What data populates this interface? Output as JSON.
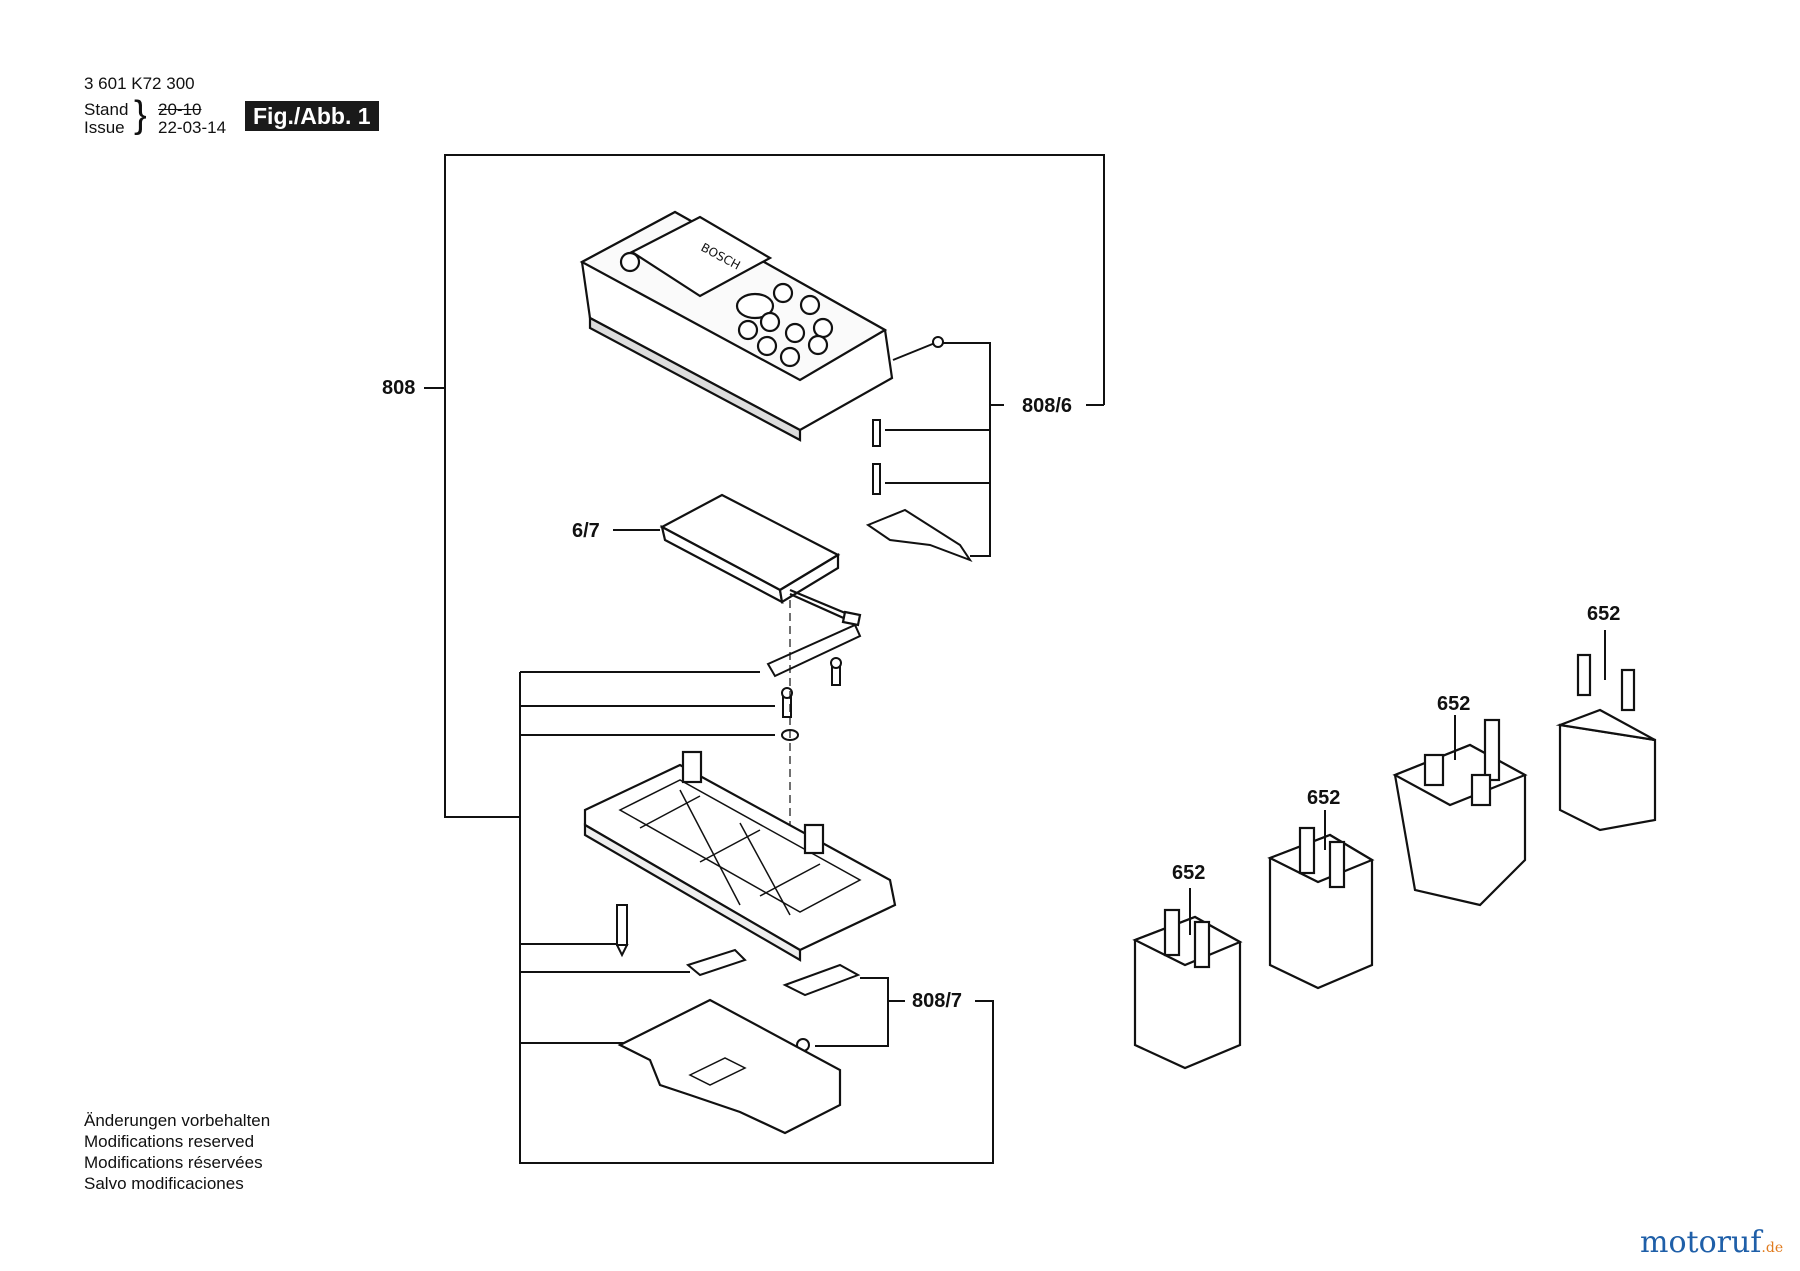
{
  "header": {
    "part_number": "3 601 K72 300",
    "stand_label": "Stand",
    "issue_label": "Issue",
    "date_old": "20-10",
    "date_new": "22-03-14",
    "figure": "Fig./Abb. 1"
  },
  "callouts": {
    "c808": "808",
    "c808_6": "808/6",
    "c6_7": "6/7",
    "c808_7": "808/7",
    "c652": "652"
  },
  "device_brand": "BOSCH",
  "notes": [
    "Änderungen vorbehalten",
    "Modifications reserved",
    "Modifications réservées",
    "Salvo modificaciones"
  ],
  "watermark": {
    "main": "motoruf",
    "suffix": ".de",
    "main_color": "#1f5fa8",
    "dot_color": "#e07b1f"
  }
}
